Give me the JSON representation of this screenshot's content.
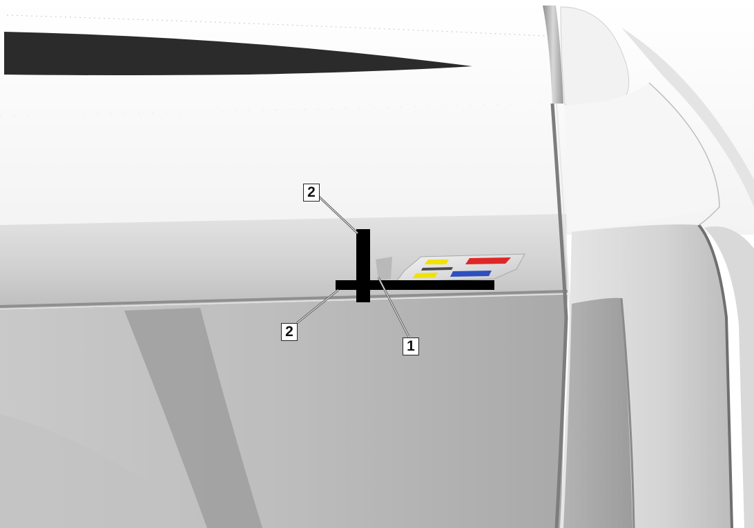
{
  "callouts": [
    {
      "id": "callout-2-upper",
      "label": "2"
    },
    {
      "id": "callout-2-lower",
      "label": "2"
    },
    {
      "id": "callout-1",
      "label": "1"
    }
  ],
  "colors": {
    "badge_yellow": "#f2e200",
    "badge_red": "#e02626",
    "badge_blue": "#2d4fc0",
    "alignment_bar": "#000000"
  }
}
